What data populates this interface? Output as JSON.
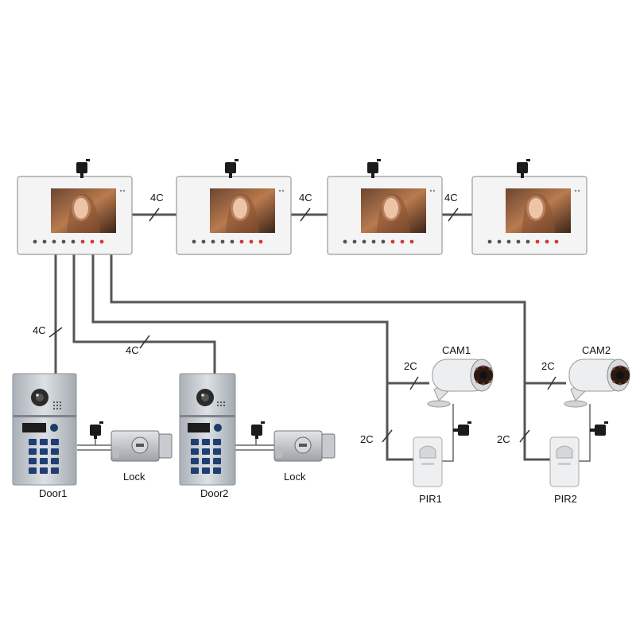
{
  "monitors": [
    {
      "name": "monitor-1"
    },
    {
      "name": "monitor-2"
    },
    {
      "name": "monitor-3"
    },
    {
      "name": "monitor-4"
    }
  ],
  "labels": {
    "monitor_link_1": "4C",
    "monitor_link_2": "4C",
    "monitor_link_3": "4C",
    "door1_cable": "4C",
    "door2_cable": "4C",
    "cam1_cable": "2C",
    "pir1_cable": "2C",
    "cam2_cable": "2C",
    "pir2_cable": "2C",
    "door1": "Door1",
    "door2": "Door2",
    "lock1": "Lock",
    "lock2": "Lock",
    "cam1": "CAM1",
    "cam2": "CAM2",
    "pir1": "PIR1",
    "pir2": "PIR2"
  },
  "colors": {
    "wire": "#555555",
    "device_silver": "#c9cdd2",
    "monitor_frame": "#f4f4f4"
  },
  "icons": [
    "power-adapter-icon",
    "camera-lens-icon",
    "keypad-icon",
    "lock-cylinder-icon"
  ]
}
